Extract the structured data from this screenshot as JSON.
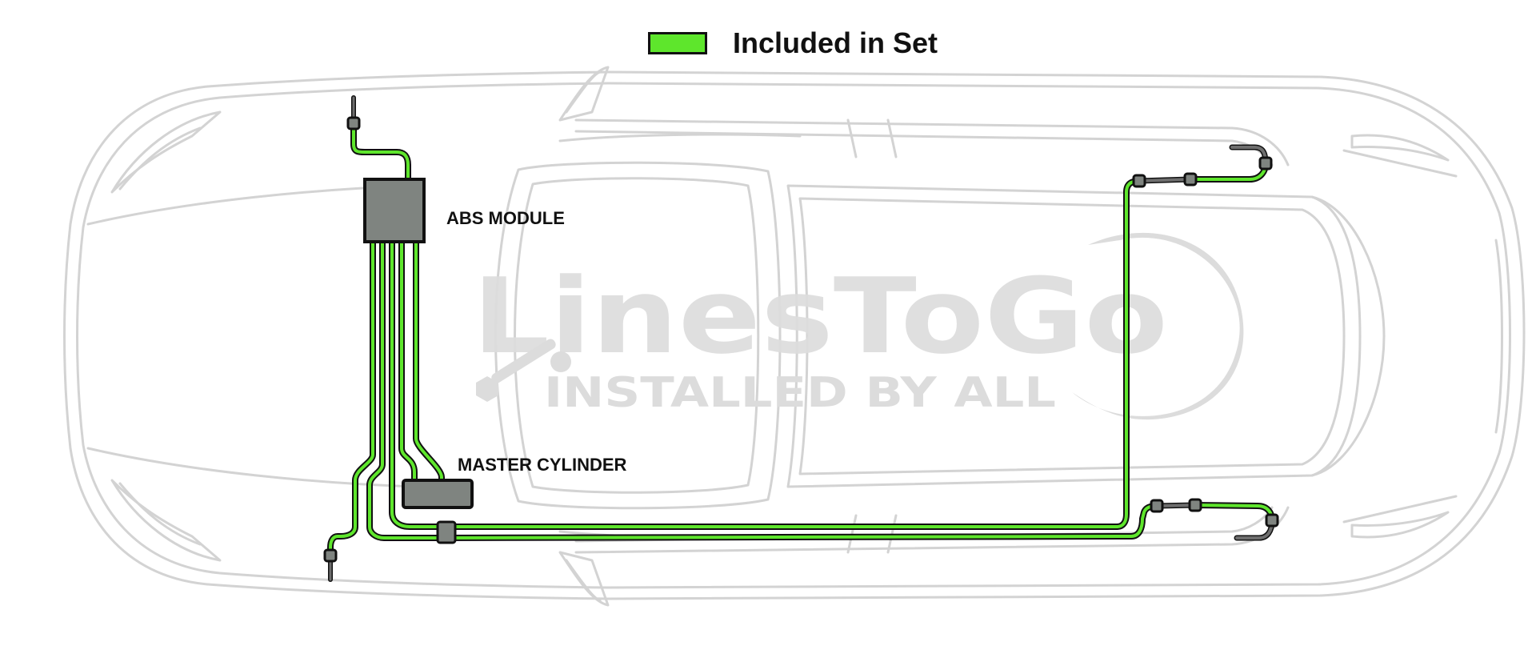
{
  "legend": {
    "label": "Included in Set",
    "swatch_color": "#5ee62c"
  },
  "labels": {
    "abs_module": "ABS MODULE",
    "master_cylinder": "MASTER CYLINDER"
  },
  "watermark": {
    "brand": "LinesToGo",
    "tagline": "INSTALLED BY ALL"
  },
  "colors": {
    "included_line": "#5ee62c",
    "line_outline": "#111111",
    "not_included_line": "#6e6e6e",
    "component_fill": "#7f8480",
    "car_outline": "#d3d3d3",
    "watermark": "#dcdcdc"
  }
}
